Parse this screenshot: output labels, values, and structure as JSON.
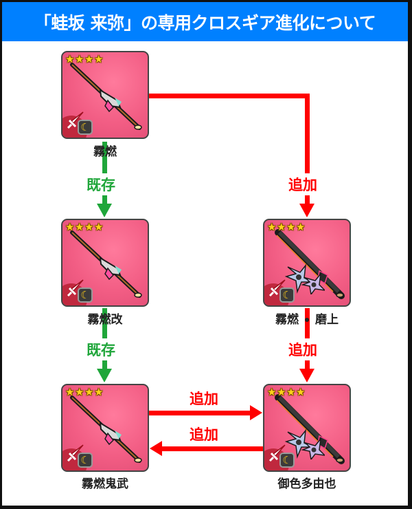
{
  "header": {
    "title": "「蛙坂 来弥」の専用クロスギア進化について"
  },
  "colors": {
    "header_bg": "#0080ff",
    "existing_arrow": "#1fa63a",
    "added_arrow": "#ff0000",
    "card_bg": "#f25d84"
  },
  "cards": [
    {
      "id": "kirimoe",
      "name": "霧燃",
      "rarity": 4,
      "has_shuriken": false,
      "type_icon": "moon-icon"
    },
    {
      "id": "kirimoe-kai",
      "name": "霧燃改",
      "rarity": 4,
      "has_shuriken": false,
      "type_icon": "moon-icon"
    },
    {
      "id": "kirimoe-kibu",
      "name": "霧燃鬼武",
      "rarity": 4,
      "has_shuriken": false,
      "type_icon": "moon-icon"
    },
    {
      "id": "kirimoe-togiage",
      "name_parts": [
        "霧燃",
        "磨上"
      ],
      "rarity": 4,
      "has_shuriken": true,
      "type_icon": "moon-icon"
    },
    {
      "id": "oiro-tayuya",
      "name": "御色多由也",
      "rarity": 4,
      "has_shuriken": true,
      "type_icon": "moon-icon"
    }
  ],
  "arrows": {
    "existing_label": "既存",
    "added_label": "追加",
    "links": [
      {
        "from": "霧燃",
        "to": "霧燃改",
        "label": "既存",
        "kind": "existing"
      },
      {
        "from": "霧燃改",
        "to": "霧燃鬼武",
        "label": "既存",
        "kind": "existing"
      },
      {
        "from": "霧燃",
        "to": "霧燃・磨上",
        "label": "追加",
        "kind": "added"
      },
      {
        "from": "霧燃・磨上",
        "to": "御色多由也",
        "label": "追加",
        "kind": "added"
      },
      {
        "from": "霧燃鬼武",
        "to": "御色多由也",
        "label": "追加",
        "kind": "added"
      },
      {
        "from": "御色多由也",
        "to": "霧燃鬼武",
        "label": "追加",
        "kind": "added"
      }
    ]
  },
  "icons": {
    "star": "★",
    "moon": "☾"
  }
}
